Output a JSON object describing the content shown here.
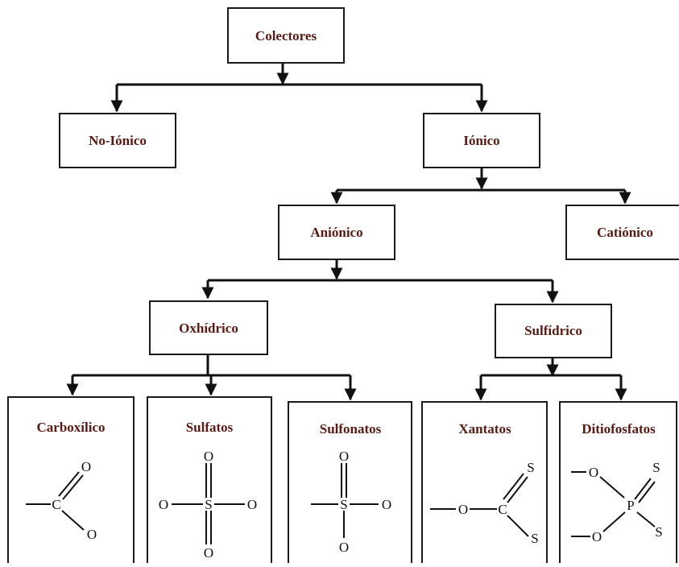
{
  "diagram": {
    "colors": {
      "node_text": "#5a1a12",
      "line": "#111111",
      "connector_tint": "#6b6b00"
    },
    "nodes": {
      "colectores": "Colectores",
      "no_ionico": "No-Iónico",
      "ionico": "Iónico",
      "anionico": "Aniónico",
      "cationico": "Catiónico",
      "oxhidrico": "Oxhídrico",
      "sulfidrico": "Sulfídrico",
      "carboxilico": "Carboxílico",
      "sulfatos": "Sulfatos",
      "sulfonatos": "Sulfonatos",
      "xantatos": "Xantatos",
      "ditiofosfatos": "Ditiofosfatos"
    },
    "structures": {
      "carboxilico": {
        "c": "C",
        "o_top": "O",
        "o_bottom": "O"
      },
      "sulfatos": {
        "s": "S",
        "o_top": "O",
        "o_left": "O",
        "o_right": "O",
        "o_bottom": "O"
      },
      "sulfonatos": {
        "s": "S",
        "o_top": "O",
        "o_right": "O",
        "o_bottom": "O"
      },
      "xantatos": {
        "o": "O",
        "c": "C",
        "s_top": "S",
        "s_bottom": "S"
      },
      "ditiofosfatos": {
        "o_top": "O",
        "o_bottom": "O",
        "p": "P",
        "s_top": "S",
        "s_bottom": "S"
      }
    }
  }
}
